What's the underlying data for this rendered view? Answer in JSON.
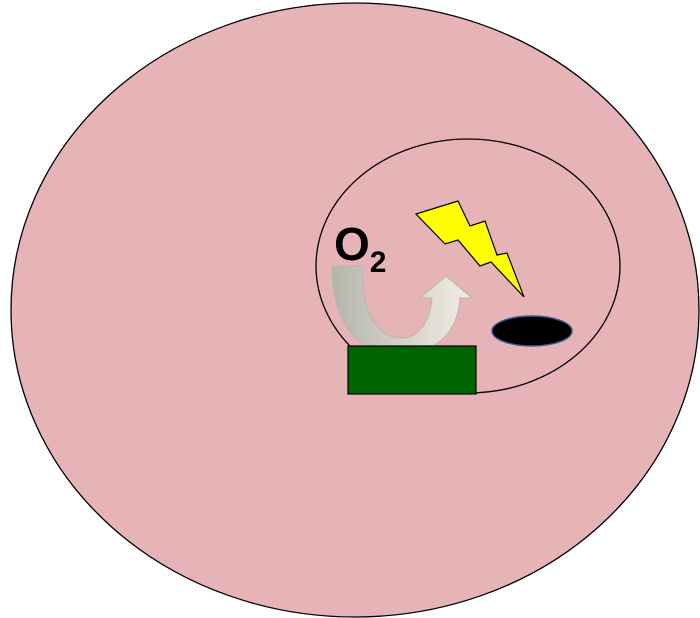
{
  "diagram": {
    "molecule_label": {
      "symbol": "O",
      "subscript": "2"
    },
    "icons": {
      "outer_shape": "large-ellipse",
      "inner_shape": "inner-ellipse",
      "energy": "lightning-bolt-icon",
      "curved_arrow": "curved-arrow-icon",
      "block": "green-rectangle",
      "spot": "black-oval"
    },
    "colors": {
      "outer_fill": "#e6b4b6",
      "outline": "#000000",
      "lightning_fill": "#ffff00",
      "arrow_left": "#b8b8ad",
      "arrow_right": "#eeeae0",
      "block_fill": "#006400",
      "spot_fill": "#000000",
      "spot_stroke": "#3a5a8c"
    }
  }
}
